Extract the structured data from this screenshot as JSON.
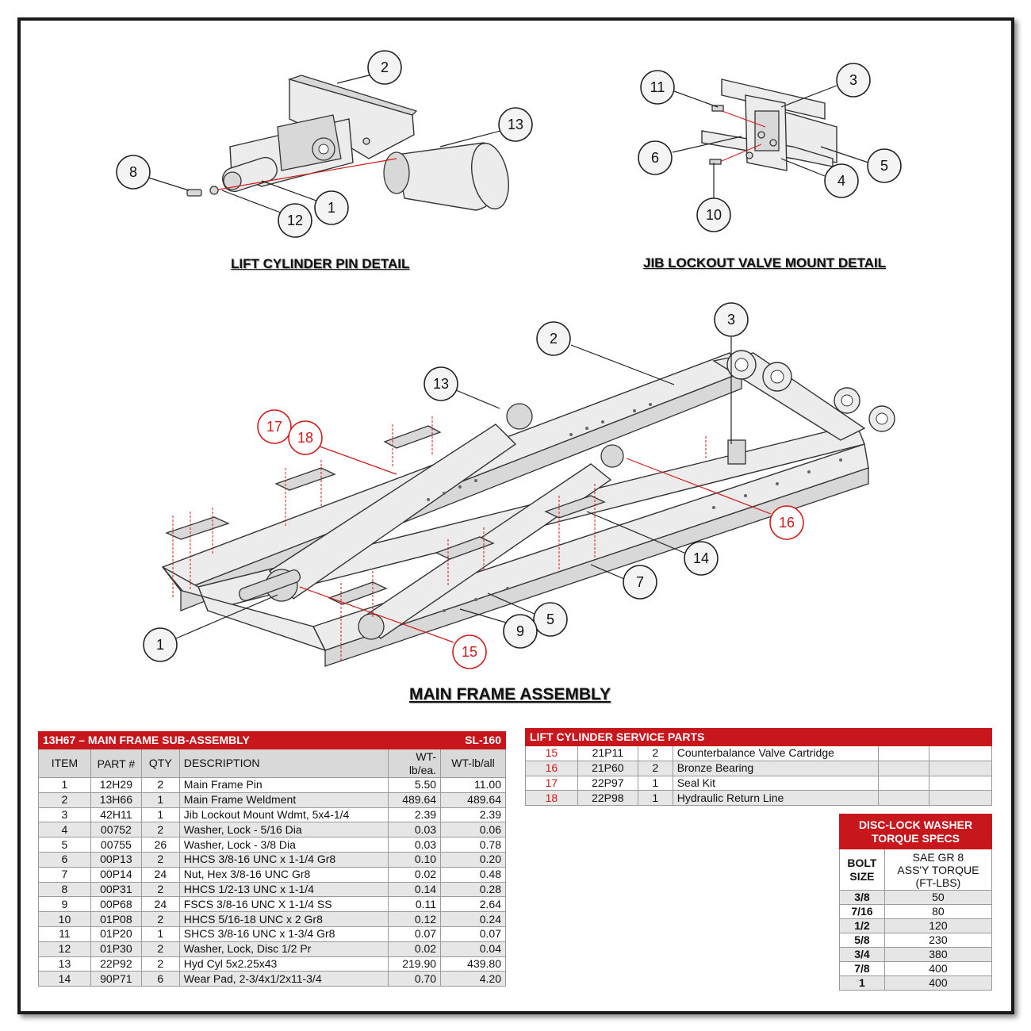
{
  "titles": {
    "lift_detail": "LIFT CYLINDER PIN DETAIL",
    "jib_detail": "JIB LOCKOUT VALVE MOUNT DETAIL",
    "main": "MAIN FRAME ASSEMBLY"
  },
  "callouts": {
    "lift": [
      "2",
      "13",
      "8",
      "1",
      "12"
    ],
    "jib": [
      "11",
      "3",
      "6",
      "5",
      "4",
      "10"
    ],
    "main": [
      "2",
      "3",
      "13",
      "17",
      "18",
      "16",
      "14",
      "7",
      "5",
      "9",
      "15",
      "1"
    ]
  },
  "main_table": {
    "title": "13H67 – MAIN FRAME SUB-ASSEMBLY",
    "code": "SL-160",
    "headers": [
      "ITEM",
      "PART #",
      "QTY",
      "DESCRIPTION",
      "WT-lb/ea.",
      "WT-lb/all"
    ],
    "rows": [
      [
        "1",
        "12H29",
        "2",
        "Main Frame Pin",
        "5.50",
        "11.00"
      ],
      [
        "2",
        "13H66",
        "1",
        "Main Frame Weldment",
        "489.64",
        "489.64"
      ],
      [
        "3",
        "42H11",
        "1",
        "Jib Lockout Mount Wdmt, 5x4-1/4",
        "2.39",
        "2.39"
      ],
      [
        "4",
        "00752",
        "2",
        "Washer, Lock - 5/16 Dia",
        "0.03",
        "0.06"
      ],
      [
        "5",
        "00755",
        "26",
        "Washer, Lock - 3/8 Dia",
        "0.03",
        "0.78"
      ],
      [
        "6",
        "00P13",
        "2",
        "HHCS 3/8-16 UNC x 1-1/4 Gr8",
        "0.10",
        "0.20"
      ],
      [
        "7",
        "00P14",
        "24",
        "Nut, Hex 3/8-16 UNC Gr8",
        "0.02",
        "0.48"
      ],
      [
        "8",
        "00P31",
        "2",
        "HHCS 1/2-13 UNC x 1-1/4",
        "0.14",
        "0.28"
      ],
      [
        "9",
        "00P68",
        "24",
        "FSCS 3/8-16 UNC X 1-1/4 SS",
        "0.11",
        "2.64"
      ],
      [
        "10",
        "01P08",
        "2",
        "HHCS 5/16-18 UNC x 2 Gr8",
        "0.12",
        "0.24"
      ],
      [
        "11",
        "01P20",
        "1",
        "SHCS 3/8-16 UNC x 1-3/4 Gr8",
        "0.07",
        "0.07"
      ],
      [
        "12",
        "01P30",
        "2",
        "Washer, Lock, Disc 1/2 Pr",
        "0.02",
        "0.04"
      ],
      [
        "13",
        "22P92",
        "2",
        "Hyd Cyl 5x2.25x43",
        "219.90",
        "439.80"
      ],
      [
        "14",
        "90P71",
        "6",
        "Wear Pad, 2-3/4x1/2x11-3/4",
        "0.70",
        "4.20"
      ]
    ]
  },
  "service_table": {
    "title": "LIFT CYLINDER SERVICE PARTS",
    "rows": [
      [
        "15",
        "21P11",
        "2",
        "Counterbalance Valve Cartridge"
      ],
      [
        "16",
        "21P60",
        "2",
        "Bronze Bearing"
      ],
      [
        "17",
        "22P97",
        "1",
        "Seal Kit"
      ],
      [
        "18",
        "22P98",
        "1",
        "Hydraulic Return Line"
      ]
    ]
  },
  "torque_table": {
    "title_line1": "DISC-LOCK WASHER",
    "title_line2": "TORQUE SPECS",
    "col1_line1": "BOLT",
    "col1_line2": "SIZE",
    "col2_line1": "SAE GR 8",
    "col2_line2": "ASS'Y TORQUE",
    "col2_line3": "(FT-LBS)",
    "rows": [
      [
        "3/8",
        "50"
      ],
      [
        "7/16",
        "80"
      ],
      [
        "1/2",
        "120"
      ],
      [
        "5/8",
        "230"
      ],
      [
        "3/4",
        "380"
      ],
      [
        "7/8",
        "400"
      ],
      [
        "1",
        "400"
      ]
    ]
  },
  "colors": {
    "accent_red": "#c8161d",
    "callout_red": "#d11a1a"
  }
}
